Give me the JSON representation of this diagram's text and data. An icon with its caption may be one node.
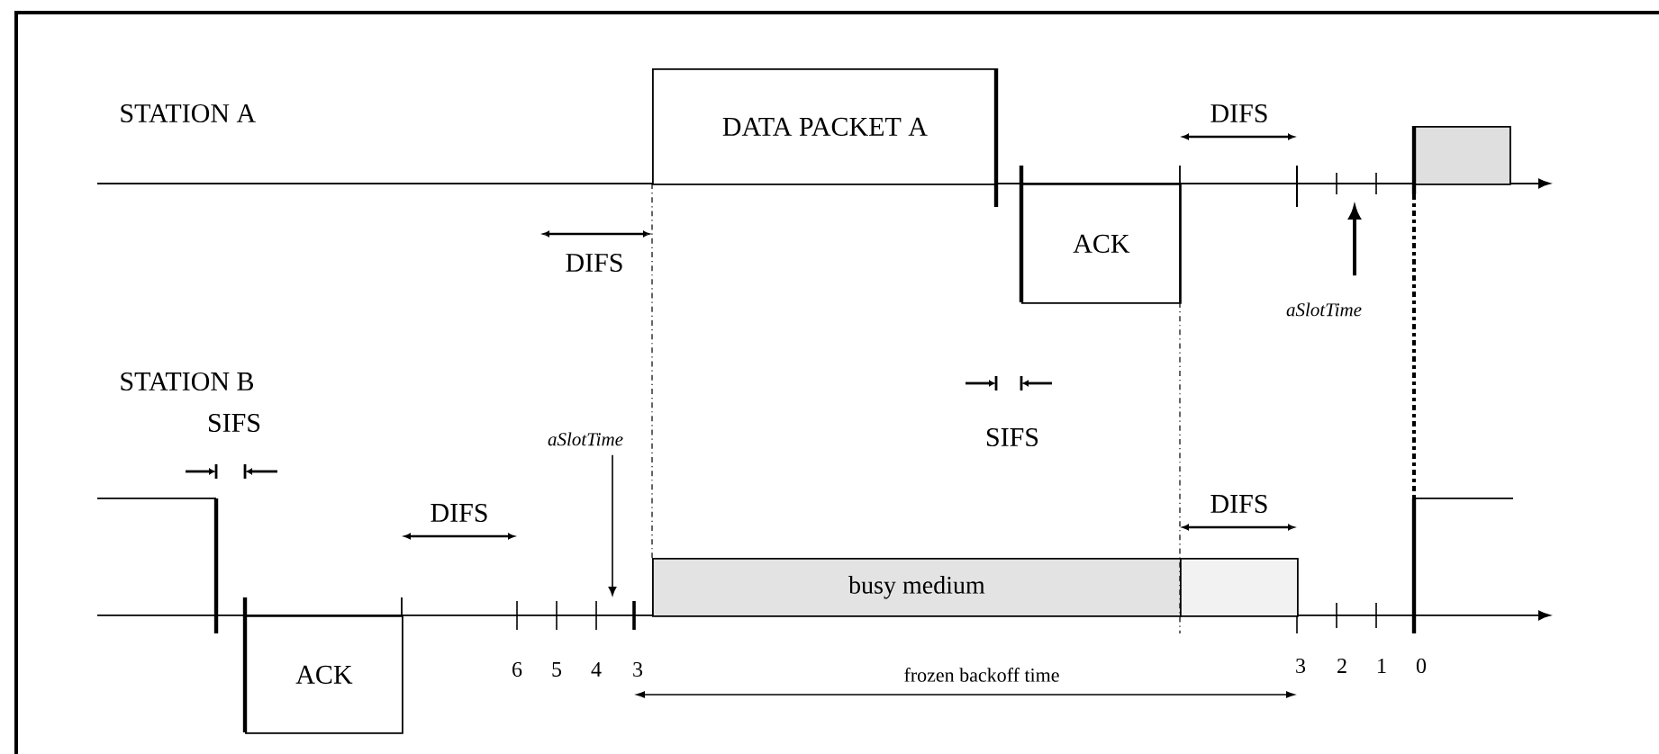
{
  "diagram": {
    "nodes": [
      {
        "text": [
          "DATA PACKET A"
        ]
      },
      {
        "text": [],
        "shape": "box"
      },
      {
        "text": [
          "ACK"
        ]
      },
      {
        "text": [
          "aSlotTime"
        ]
      },
      {
        "text": [
          "aSlotTime"
        ]
      },
      {
        "text": [
          "busy medium"
        ]
      },
      {
        "text": [],
        "shape": "box"
      },
      {
        "text": [
          "ACK"
        ]
      }
    ],
    "edges": [
      {
        "from": 3,
        "to": null,
        "arrow": "to"
      },
      {
        "from": 4,
        "to": null,
        "arrow": "to"
      }
    ],
    "labels": [
      "STATION A",
      "DIFS",
      "DIFS",
      "SIFS",
      "STATION B",
      "SIFS",
      "DIFS",
      "DIFS",
      "6",
      "5",
      "4",
      "3",
      "3",
      "2",
      "1",
      "0",
      "frozen backoff time"
    ]
  }
}
